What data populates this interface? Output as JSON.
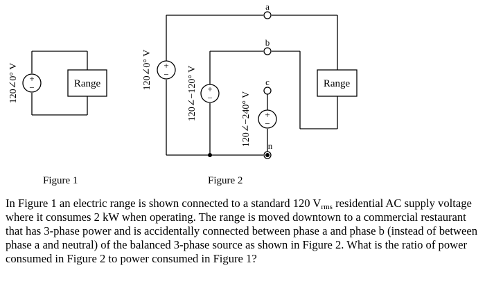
{
  "figure1": {
    "source_label": "120∠0° V",
    "load_label": "Range",
    "caption": "Figure 1"
  },
  "figure2": {
    "source_a_label": "120∠0° V",
    "source_b_label": "120∠−120° V",
    "source_c_label": "120∠−240° V",
    "node_a": "a",
    "node_b": "b",
    "node_c": "c",
    "node_n": "n",
    "load_label": "Range",
    "caption": "Figure 2"
  },
  "question": {
    "part1": "In Figure 1 an electric range is shown connected to a standard 120 V",
    "unit_sub": "rms",
    "part2": " residential AC supply voltage where it consumes 2 kW when operating. The range is moved downtown to a commercial restaurant that has 3-phase power and is accidentally connected between phase a and phase b (instead of between phase a and neutral) of the balanced 3-phase source as shown in Figure 2. What is the ratio of power consumed in Figure 2 to power consumed in Figure 1?"
  }
}
